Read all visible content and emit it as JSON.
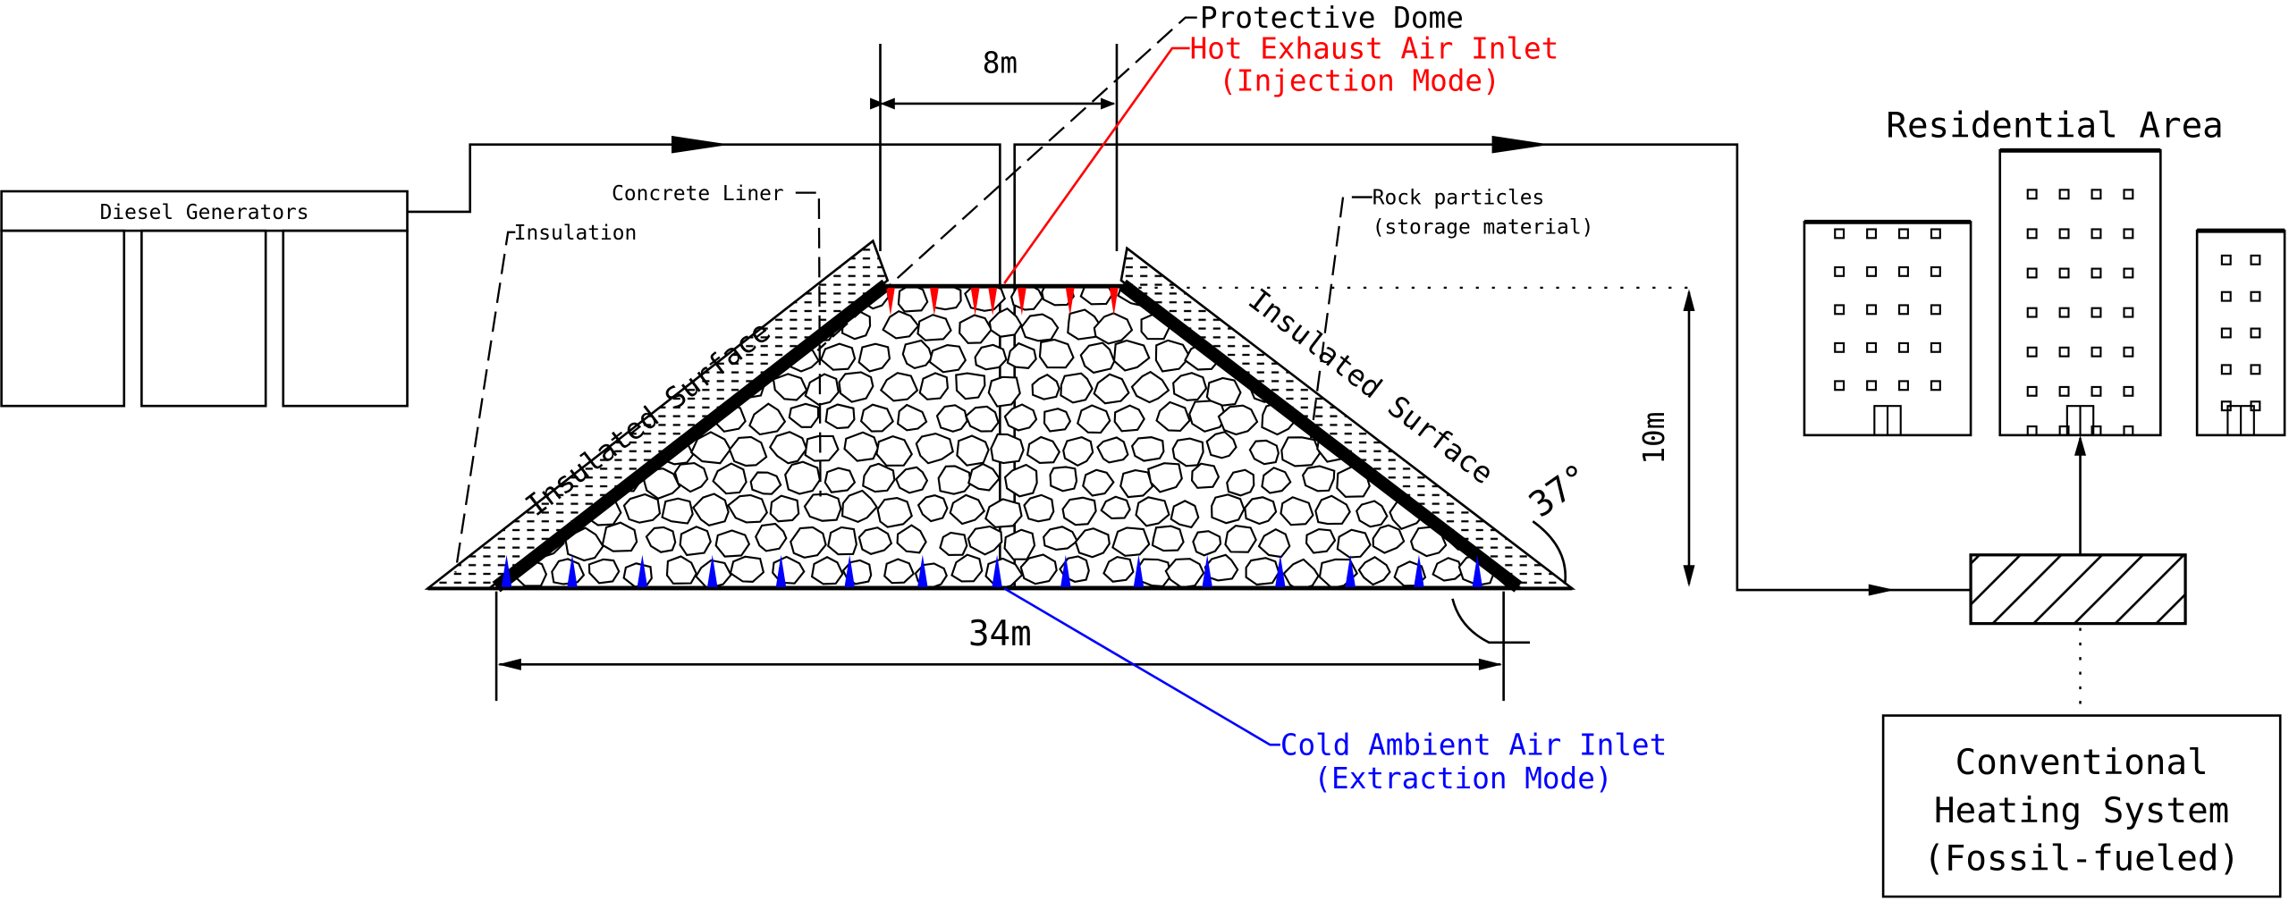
{
  "labels": {
    "protective_dome": "Protective Dome",
    "dim_top": "8m",
    "hot_inlet_line1": "Hot Exhaust Air Inlet",
    "hot_inlet_line2": "(Injection Mode)",
    "residential": "Residential Area",
    "diesel": "Diesel Generators",
    "concrete_liner": "Concrete Liner",
    "insulation": "Insulation",
    "rock_line1": "Rock particles",
    "rock_line2": "(storage material)",
    "insulated_surface_left": "Insulated Surface",
    "insulated_surface_right": "Insulated Surface",
    "dim_height": "10m",
    "angle": "37°",
    "dim_bottom": "34m",
    "cold_inlet_line1": "Cold Ambient Air Inlet",
    "cold_inlet_line2": "(Extraction Mode)",
    "conv_line1": "Conventional",
    "conv_line2": "Heating System",
    "conv_line3": "(Fossil-fueled)"
  },
  "colors": {
    "hot": "#ff0000",
    "cold": "#0000ff",
    "ink": "#000000"
  }
}
